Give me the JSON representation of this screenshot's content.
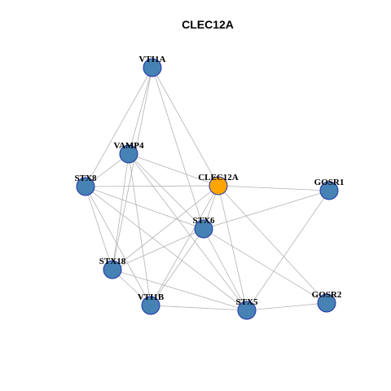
{
  "title": "CLEC12A",
  "colors": {
    "focus_node": "#FFA500",
    "default_node": "#4682B4",
    "node_border": "#2233AA",
    "edge": "#B3B3B3"
  },
  "nodes": [
    {
      "id": "VTI1A",
      "label": "VTI1A",
      "focus": false
    },
    {
      "id": "VAMP4",
      "label": "VAMP4",
      "focus": false
    },
    {
      "id": "STX8",
      "label": "STX8",
      "focus": false
    },
    {
      "id": "CLEC12A",
      "label": "CLEC12A",
      "focus": true
    },
    {
      "id": "GOSR1",
      "label": "GOSR1",
      "focus": false
    },
    {
      "id": "STX6",
      "label": "STX6",
      "focus": false
    },
    {
      "id": "STX18",
      "label": "STX18",
      "focus": false
    },
    {
      "id": "VTI1B",
      "label": "VTI1B",
      "focus": false
    },
    {
      "id": "STX5",
      "label": "STX5",
      "focus": false
    },
    {
      "id": "GOSR2",
      "label": "GOSR2",
      "focus": false
    }
  ],
  "edges": [
    [
      "VTI1A",
      "VAMP4"
    ],
    [
      "VTI1A",
      "STX8"
    ],
    [
      "VTI1A",
      "CLEC12A"
    ],
    [
      "VTI1A",
      "STX6"
    ],
    [
      "VTI1A",
      "STX18"
    ],
    [
      "VAMP4",
      "STX8"
    ],
    [
      "VAMP4",
      "CLEC12A"
    ],
    [
      "VAMP4",
      "STX6"
    ],
    [
      "VAMP4",
      "STX18"
    ],
    [
      "VAMP4",
      "VTI1B"
    ],
    [
      "VAMP4",
      "STX5"
    ],
    [
      "STX8",
      "CLEC12A"
    ],
    [
      "STX8",
      "STX6"
    ],
    [
      "STX8",
      "STX18"
    ],
    [
      "STX8",
      "VTI1B"
    ],
    [
      "STX8",
      "STX5"
    ],
    [
      "CLEC12A",
      "GOSR1"
    ],
    [
      "CLEC12A",
      "STX6"
    ],
    [
      "CLEC12A",
      "STX18"
    ],
    [
      "CLEC12A",
      "VTI1B"
    ],
    [
      "CLEC12A",
      "STX5"
    ],
    [
      "CLEC12A",
      "GOSR2"
    ],
    [
      "GOSR1",
      "STX6"
    ],
    [
      "GOSR1",
      "STX5"
    ],
    [
      "STX6",
      "STX18"
    ],
    [
      "STX6",
      "VTI1B"
    ],
    [
      "STX6",
      "STX5"
    ],
    [
      "STX6",
      "GOSR2"
    ],
    [
      "STX18",
      "VTI1B"
    ],
    [
      "STX18",
      "STX5"
    ],
    [
      "VTI1B",
      "STX5"
    ],
    [
      "STX5",
      "GOSR2"
    ]
  ]
}
